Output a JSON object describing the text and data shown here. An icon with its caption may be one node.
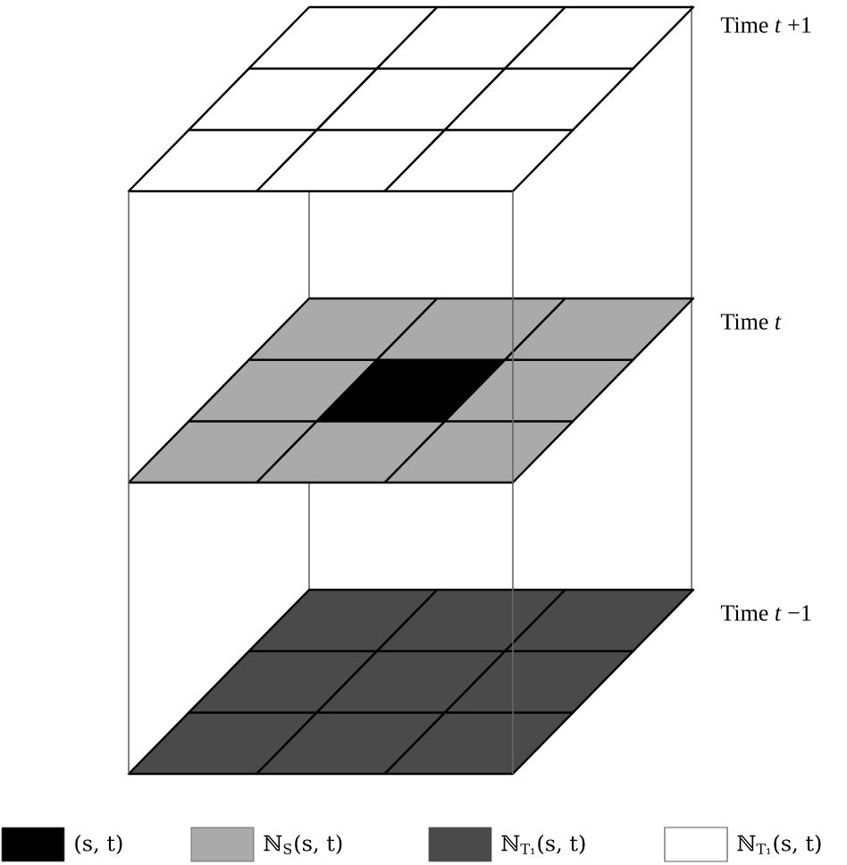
{
  "diagram": {
    "labels": [
      "Time *t* +1",
      "Time *t*",
      "Time *t* −1"
    ],
    "legend": [
      {
        "text": "(s, t)",
        "color": "#000000"
      },
      {
        "text": "ℕ$_{S}$(s, t)",
        "color": "#aaaaaa"
      },
      {
        "text": "ℕ$_{T₁}$(s, t)",
        "color": "#4a4a4a"
      },
      {
        "text": "ℕ$_{T₁}$(s, t)"
      }
    ]
  }
}
